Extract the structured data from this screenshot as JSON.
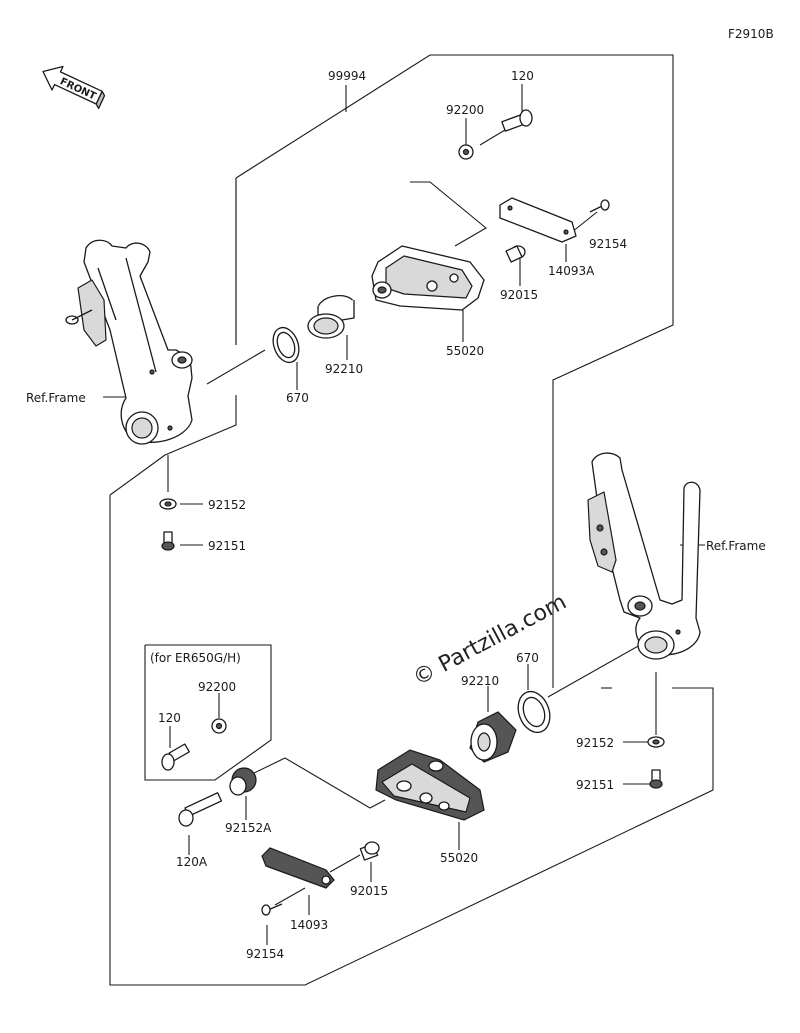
{
  "diagram_code": "F2910B",
  "front_label": "FRONT",
  "watermark": "© Partzilla.com",
  "inset_title": "(for ER650G/H)",
  "labels": {
    "p99994": "99994",
    "p120_top": "120",
    "p92200_top": "92200",
    "p92154_top": "92154",
    "p14093A": "14093A",
    "p92015_top": "92015",
    "p55020_top": "55020",
    "p92210_top": "92210",
    "p670_top": "670",
    "ref_frame_left": "Ref.Frame",
    "p92152_top": "92152",
    "p92151_top": "92151",
    "ref_frame_right": "Ref.Frame",
    "p670_bottom": "670",
    "p92210_bottom": "92210",
    "p92152_right": "92152",
    "p92151_right": "92151",
    "p92200_inset": "92200",
    "p120_inset": "120",
    "p92152A": "92152A",
    "p120A": "120A",
    "p55020_bottom": "55020",
    "p92015_bottom": "92015",
    "p14093": "14093",
    "p92154_bottom": "92154"
  }
}
